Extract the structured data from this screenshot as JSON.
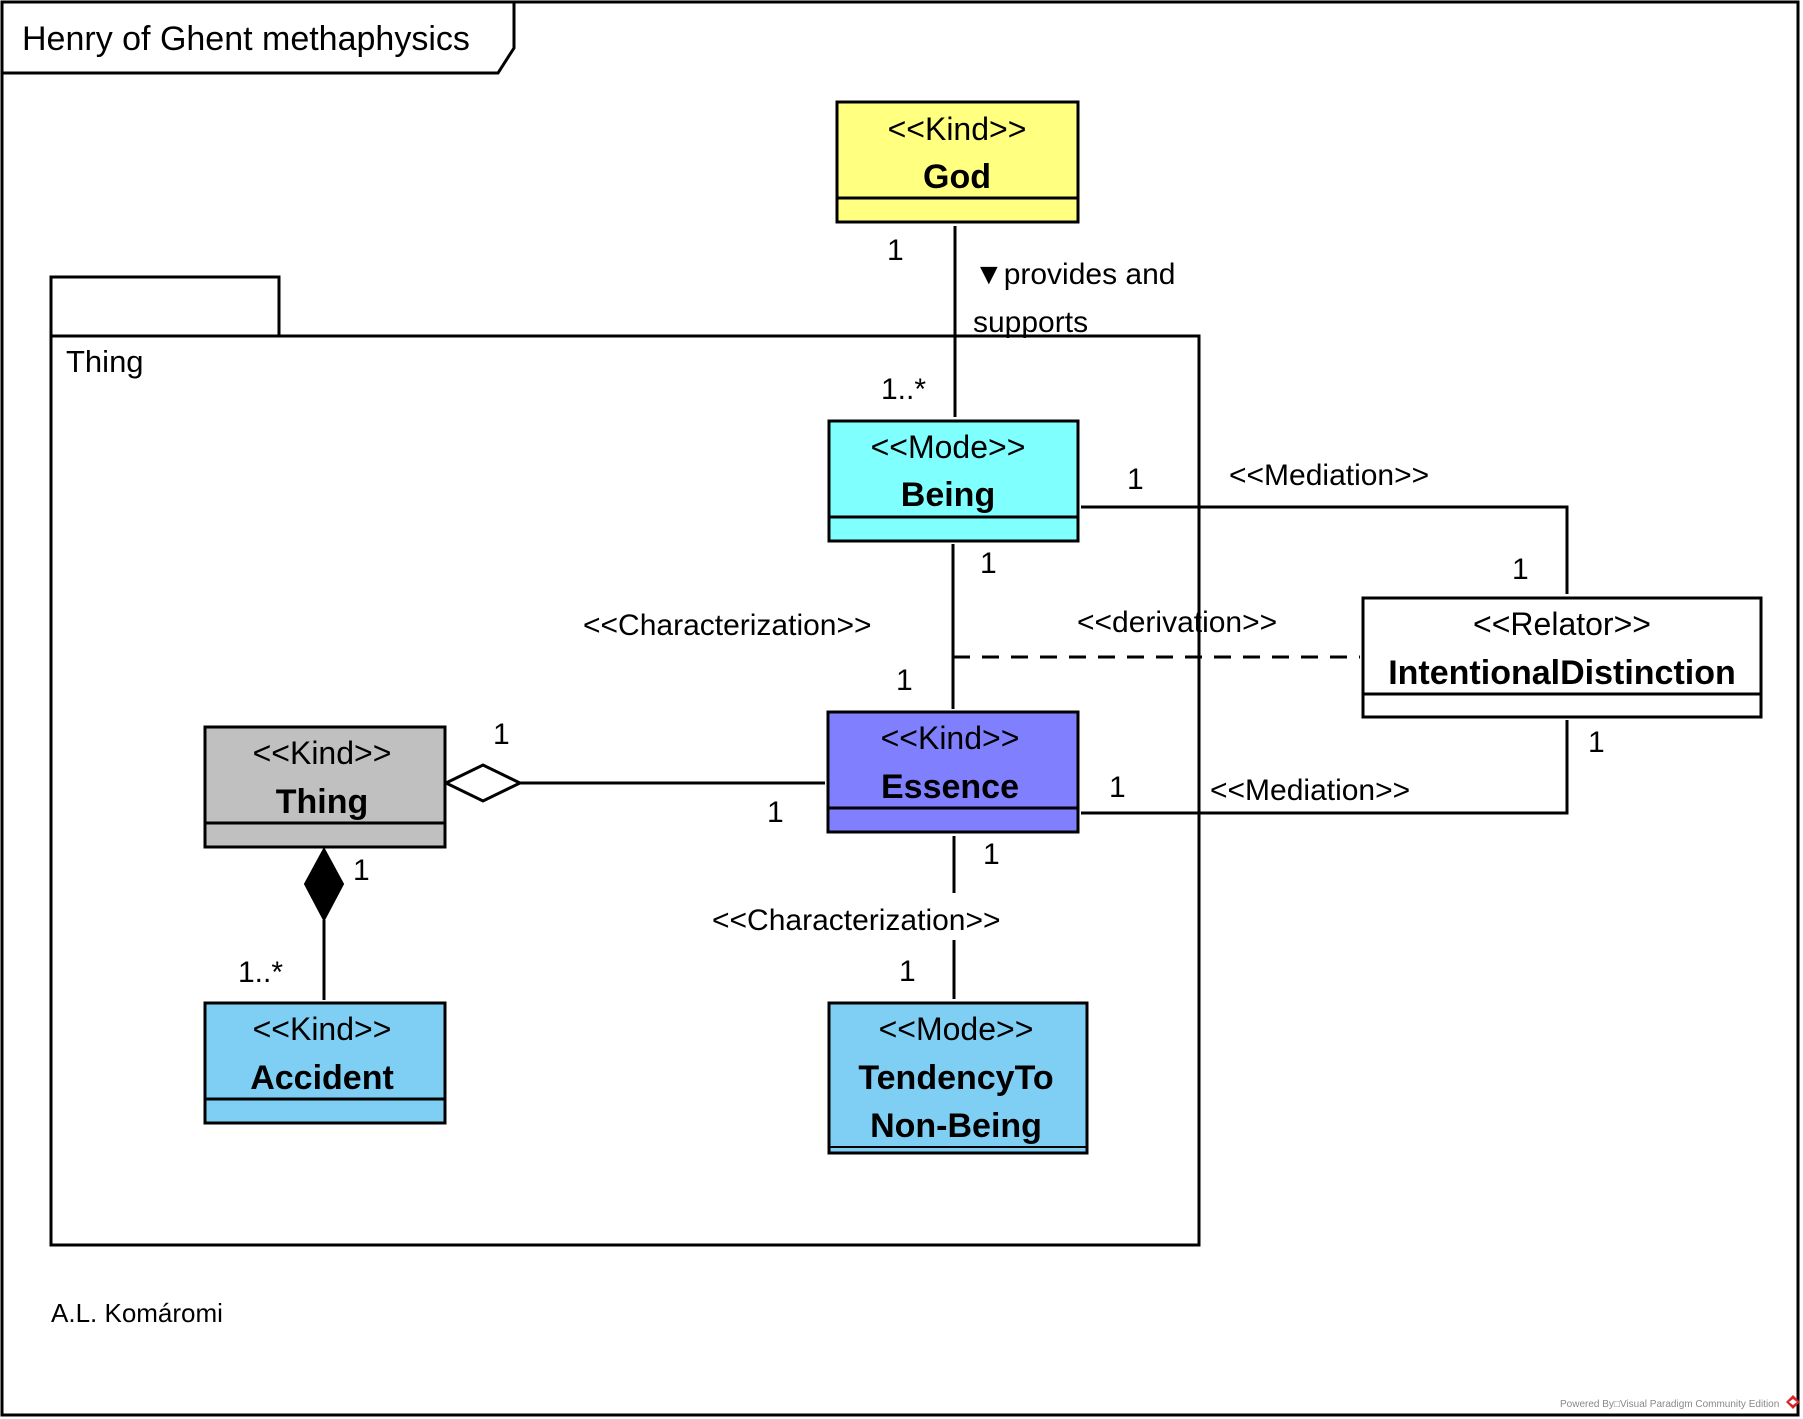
{
  "diagram": {
    "title": "Henry of Ghent methaphysics",
    "author": "A.L. Komáromi",
    "watermark": "Powered By□Visual Paradigm Community Edition",
    "package": {
      "name": "Thing"
    }
  },
  "classes": {
    "god": {
      "stereotype": "<<Kind>>",
      "name": "God",
      "color": "#ffff80"
    },
    "being": {
      "stereotype": "<<Mode>>",
      "name": "Being",
      "color": "#80ffff"
    },
    "relator": {
      "stereotype": "<<Relator>>",
      "name": "IntentionalDistinction",
      "color": "#ffffff"
    },
    "thing": {
      "stereotype": "<<Kind>>",
      "name": "Thing",
      "color": "#c0c0c0"
    },
    "essence": {
      "stereotype": "<<Kind>>",
      "name": "Essence",
      "color": "#8080ff"
    },
    "accident": {
      "stereotype": "<<Kind>>",
      "name": "Accident",
      "color": "#7fcff5"
    },
    "tendency": {
      "stereotype": "<<Mode>>",
      "name_line1": "TendencyTo",
      "name_line2": "Non-Being",
      "color": "#7fcff5"
    }
  },
  "associations": {
    "god_being": {
      "label_line1": "▼provides and",
      "label_line2": "supports",
      "mult_god": "1",
      "mult_being": "1..*"
    },
    "being_relator": {
      "label": "<<Mediation>>",
      "mult_being": "1",
      "mult_relator": "1"
    },
    "being_essence": {
      "label": "<<Characterization>>",
      "mult_being": "1",
      "mult_essence": "1"
    },
    "derivation": {
      "label": "<<derivation>>"
    },
    "thing_essence": {
      "mult_thing": "1",
      "mult_essence": "1"
    },
    "thing_accident": {
      "mult_thing": "1",
      "mult_accident": "1..*"
    },
    "essence_relator": {
      "label": "<<Mediation>>",
      "mult_essence": "1",
      "mult_relator": "1"
    },
    "essence_tendency": {
      "label": "<<Characterization>>",
      "mult_essence": "1",
      "mult_tendency": "1"
    }
  }
}
